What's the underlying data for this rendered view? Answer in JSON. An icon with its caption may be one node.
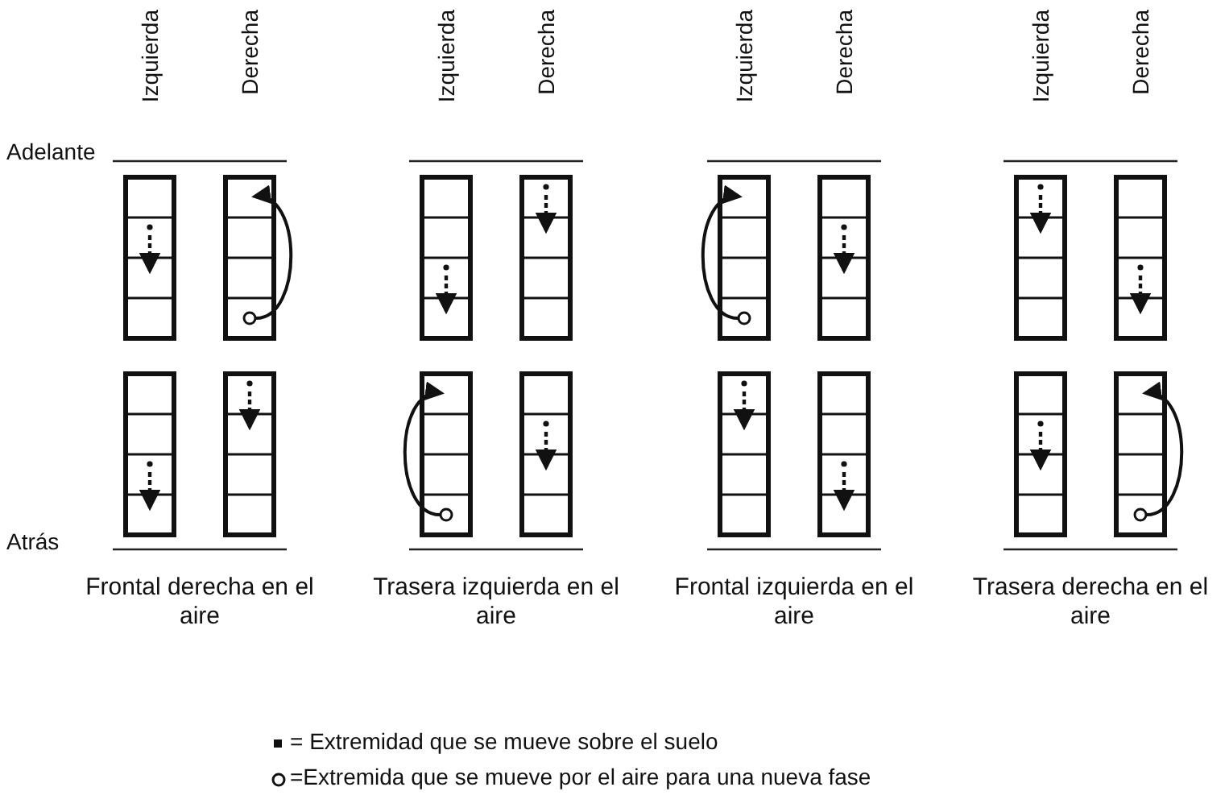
{
  "diagram": {
    "labels": [
      "Izquierda",
      "Derecha",
      "Izquierda",
      "Derecha",
      "Izquierda",
      "Derecha",
      "Izquierda",
      "Derecha",
      "Adelante",
      "Atrás",
      "Frontal derecha en el aire",
      "Trasera izquierda en el aire",
      "Frontal izquierda en el aire",
      "Trasera derecha en el aire"
    ],
    "legend": [
      {
        "text": "= Extremidad que se mueve sobre el suelo"
      },
      {
        "text": "=Extremida que se mueve por el aire para una nueva fase"
      }
    ]
  }
}
